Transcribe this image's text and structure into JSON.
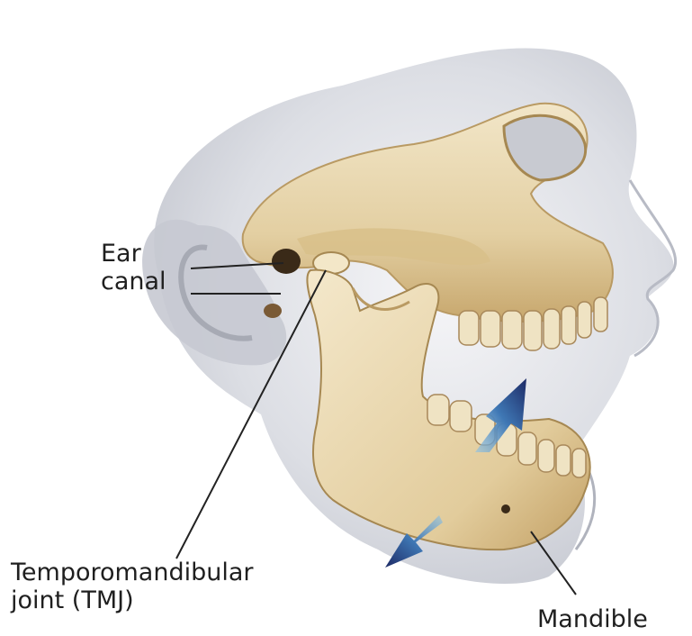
{
  "labels": {
    "ear_canal_line1": "Ear",
    "ear_canal_line2": "canal",
    "tmj_line1": "Temporomandibular",
    "tmj_line2": "joint (TMJ)",
    "mandible": "Mandible"
  },
  "colors": {
    "bone": "#e8d7b2",
    "bone_shadow": "#b99a63",
    "skin": "#d3d5dc",
    "arrow_light": "#6ba6d4",
    "arrow_dark": "#1f2f6e",
    "leader_line": "#222222"
  },
  "icons": {
    "opening_arrow_up": "arrow-up-right",
    "opening_arrow_down": "arrow-down-left"
  }
}
